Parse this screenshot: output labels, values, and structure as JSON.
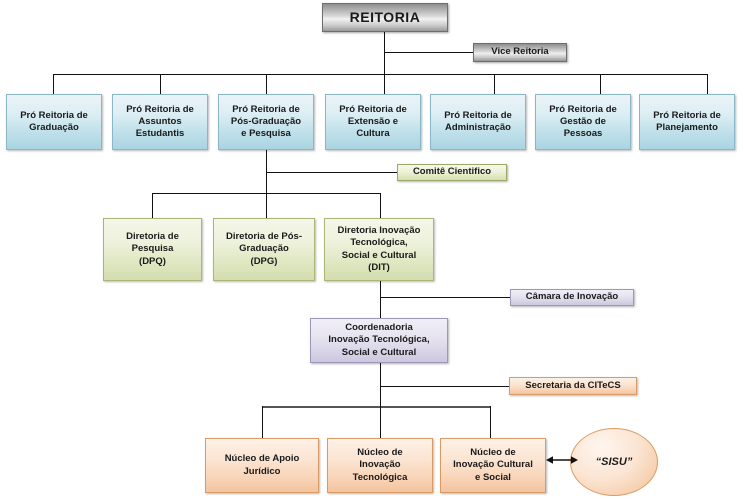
{
  "diagram": {
    "title": "Organograma REITORIA",
    "colors": {
      "silver": "#a9a9a9",
      "blue": "#c5e3ec",
      "green": "#e2e9c6",
      "purple": "#dcd8ea",
      "orange": "#f9d7bc",
      "line": "#111111",
      "thick_line": "#555555"
    },
    "nodes": {
      "reitoria": "REITORIA",
      "vice_reitoria": "Vice Reitoria",
      "comite_cientifico": "Comitê Cientifico",
      "camara_inovacao": "Câmara de Inovação",
      "secretaria_citecs": "Secretaria da CITeCS",
      "sisu": "“SISU”"
    },
    "pro_reitorias": [
      {
        "id": "graduacao",
        "label": "Pró Reitoria de\nGraduação"
      },
      {
        "id": "assuntos-estudantis",
        "label": "Pró Reitoria de\nAssuntos\nEstudantis"
      },
      {
        "id": "pos-graduacao-pesquisa",
        "label": "Pró Reitoria de\nPós-Graduação\ne Pesquisa"
      },
      {
        "id": "extensao-cultura",
        "label": "Pró Reitoria de\nExtensão e\nCultura"
      },
      {
        "id": "administracao",
        "label": "Pró Reitoria de\nAdministração"
      },
      {
        "id": "gestao-pessoas",
        "label": "Pró Reitoria de\nGestão de\nPessoas"
      },
      {
        "id": "planejamento",
        "label": "Pró Reitoria de\nPlanejamento"
      }
    ],
    "diretorias": [
      {
        "id": "dpq",
        "label": "Diretoria de\nPesquisa\n(DPQ)"
      },
      {
        "id": "dpg",
        "label": "Diretoria de Pós-\nGraduação\n(DPG)"
      },
      {
        "id": "dit",
        "label": "Diretoria Inovação\nTecnológica,\nSocial e Cultural\n(DIT)"
      }
    ],
    "coordenadoria": "Coordenadoria\nInovação Tecnológica,\nSocial e Cultural",
    "nucleos": [
      {
        "id": "apoio-juridico",
        "label": "Núcleo de Apoio\nJurídico"
      },
      {
        "id": "inovacao-tecnologica",
        "label": "Núcleo de\nInovação\nTecnológica"
      },
      {
        "id": "inovacao-cultural-social",
        "label": "Núcleo de\nInovação Cultural\ne Social"
      }
    ]
  }
}
